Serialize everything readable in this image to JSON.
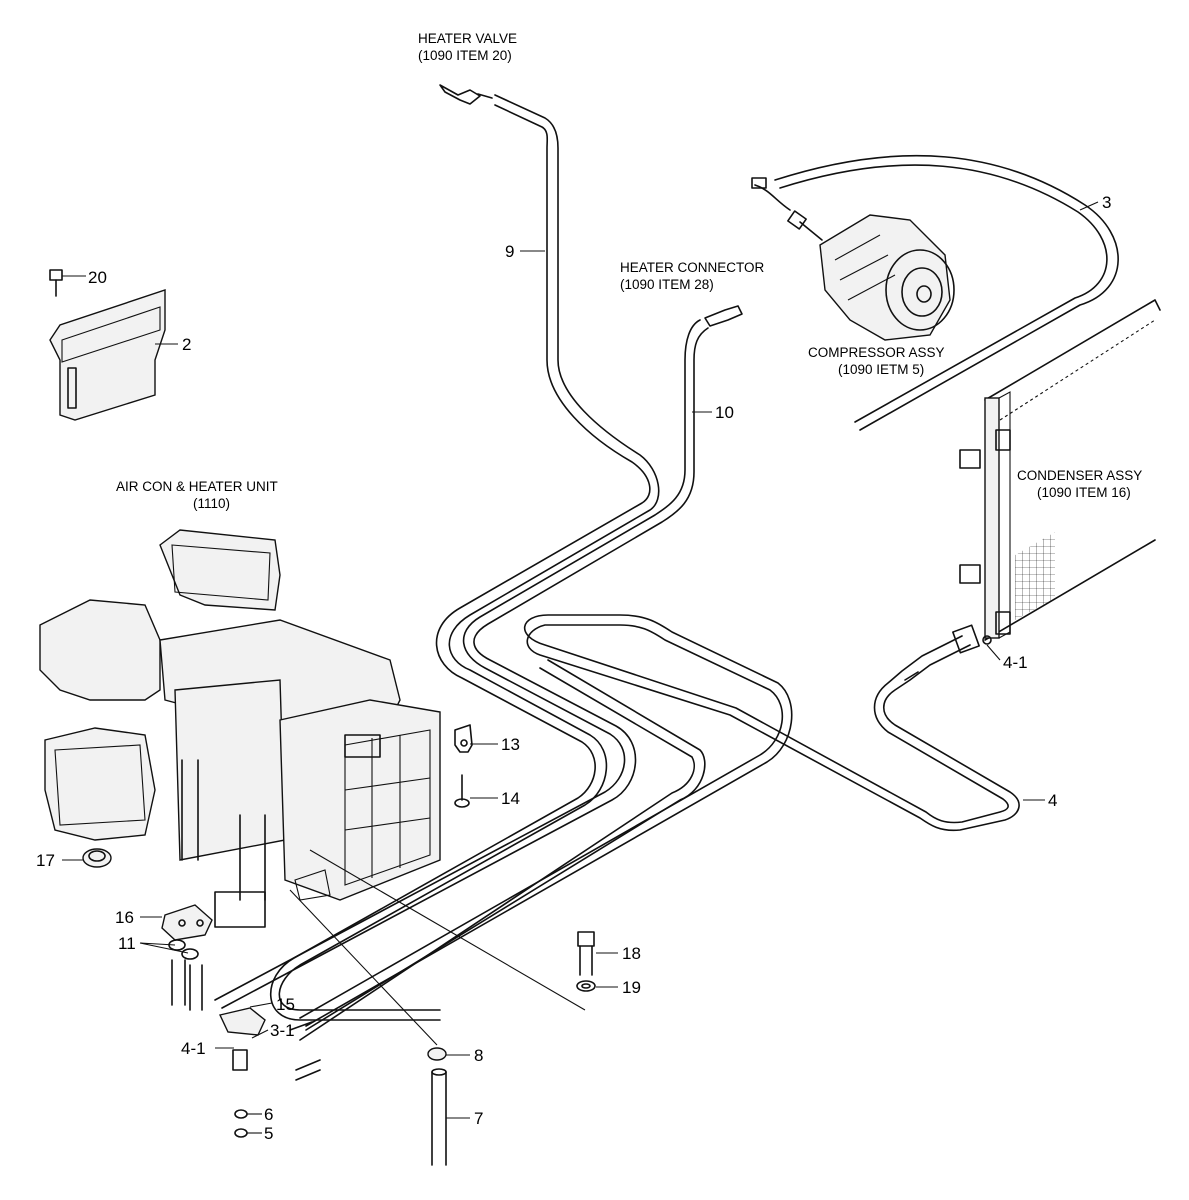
{
  "assemblies": {
    "heater_valve": {
      "line1": "HEATER VALVE",
      "line2": "(1090 ITEM 20)"
    },
    "heater_connector": {
      "line1": "HEATER CONNECTOR",
      "line2": "(1090 ITEM 28)"
    },
    "compressor": {
      "line1": "COMPRESSOR ASSY",
      "line2": "(1090 IETM 5)"
    },
    "condenser": {
      "line1": "CONDENSER ASSY",
      "line2": "(1090 ITEM 16)"
    },
    "aircon_heater_unit": {
      "line1": "AIR CON & HEATER UNIT",
      "line2": "(1110)"
    }
  },
  "callouts": {
    "c2": "2",
    "c3": "3",
    "c3_1": "3-1",
    "c4": "4",
    "c4_1_condenser": "4-1",
    "c4_1_lower": "4-1",
    "c5": "5",
    "c6": "6",
    "c7": "7",
    "c8": "8",
    "c9": "9",
    "c10": "10",
    "c11": "11",
    "c13": "13",
    "c14": "14",
    "c15": "15",
    "c16": "16",
    "c17": "17",
    "c18": "18",
    "c19": "19",
    "c20": "20"
  }
}
